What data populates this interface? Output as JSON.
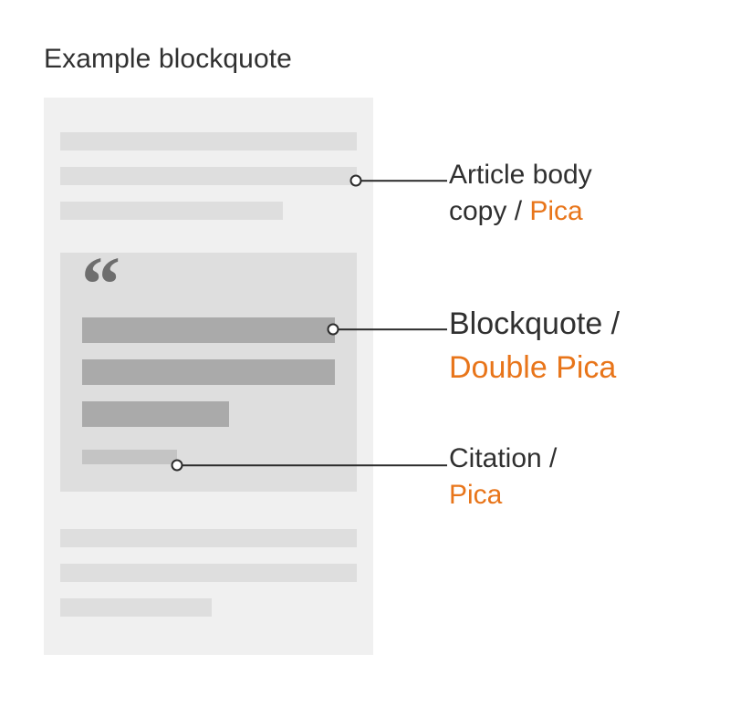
{
  "page": {
    "title": "Example blockquote",
    "background_color": "#ffffff"
  },
  "colors": {
    "accent_orange": "#e8751a",
    "text_dark": "#303030",
    "panel_background": "#f0f0f0",
    "body_line": "#dedede",
    "blockquote_panel": "#dedede",
    "blockquote_line": "#aaaaaa",
    "citation_line": "#c4c4c4",
    "quote_mark": "#6e6e6e",
    "connector_line": "#2b2b2b"
  },
  "wireframe": {
    "name": "article-layout-wireframe",
    "top_paragraph": {
      "name": "article-body-paragraph-top",
      "lines": [
        "full",
        "full",
        "short"
      ]
    },
    "blockquote": {
      "name": "blockquote-block",
      "quote_glyph": "quote-mark-icon",
      "quote_character": "“",
      "lines": [
        "full",
        "full",
        "mid"
      ],
      "citation_line": "citation"
    },
    "bottom_paragraph": {
      "name": "article-body-paragraph-bottom",
      "lines": [
        "full",
        "full",
        "mid"
      ]
    }
  },
  "callouts": [
    {
      "id": "article-body-copy",
      "label_prefix": "Article body",
      "label_line2_prefix": "copy / ",
      "accent": "Pica",
      "connector": "connector-article-body"
    },
    {
      "id": "blockquote",
      "label_prefix": "Blockquote /",
      "accent": "Double Pica",
      "connector": "connector-blockquote"
    },
    {
      "id": "citation",
      "label_prefix": "Citation /",
      "accent": "Pica",
      "connector": "connector-citation"
    }
  ]
}
